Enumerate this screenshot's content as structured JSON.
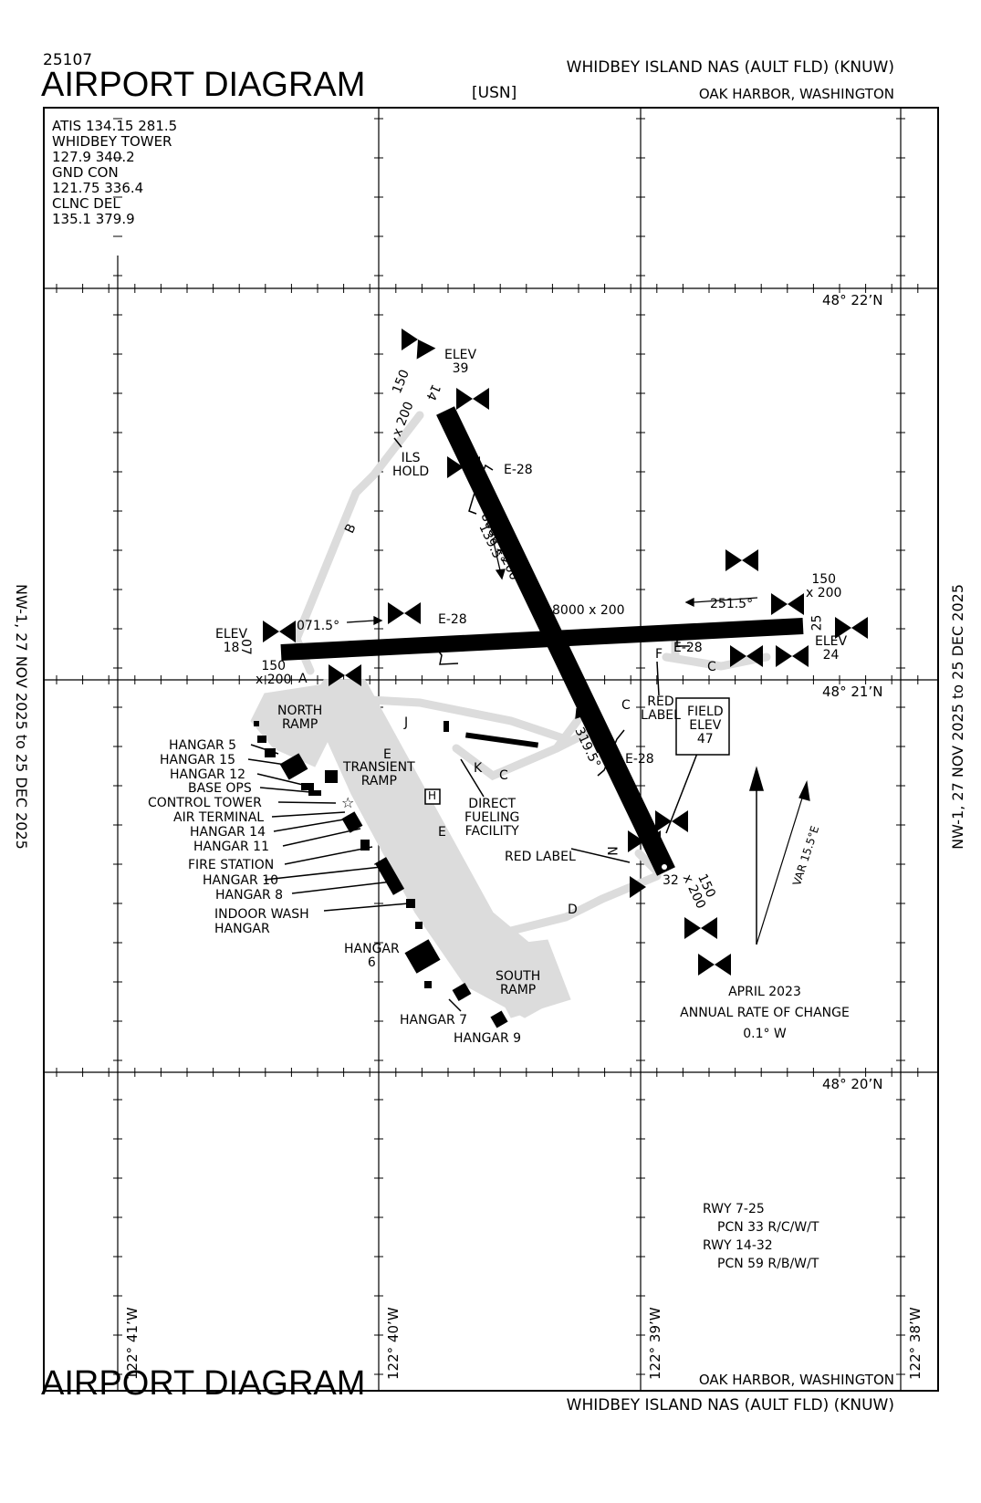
{
  "header": {
    "chart_number": "25107",
    "title": "AIRPORT DIAGRAM",
    "operator": "[USN]",
    "airport_name": "WHIDBEY ISLAND NAS (AULT FLD) (KNUW)",
    "city": "OAK HARBOR, WASHINGTON"
  },
  "footer": {
    "title": "AIRPORT DIAGRAM",
    "city": "OAK HARBOR, WASHINGTON",
    "airport_name": "WHIDBEY ISLAND NAS (AULT FLD) (KNUW)"
  },
  "effective": {
    "left": "NW-1,  27 NOV 2025  to  25 DEC 2025",
    "right": "NW-1,  27 NOV 2025  to  25 DEC 2025"
  },
  "frequencies": [
    "ATIS  134.15  281.5",
    "WHIDBEY TOWER",
    "127.9  340.2",
    "GND CON",
    "121.75  336.4",
    "CLNC DEL",
    "135.1  379.9"
  ],
  "latitudes": [
    "48° 22’N",
    "48° 21’N",
    "48° 20’N"
  ],
  "longitudes": [
    "122° 41’W",
    "122° 40’W",
    "122° 39’W",
    "122° 38’W"
  ],
  "runways": {
    "r7_25": {
      "dimensions": "8000 x 200",
      "end_07": "07",
      "end_25": "25",
      "heading_071": "071.5°",
      "heading_251": "251.5°",
      "elev_18": "ELEV\n18",
      "elev_24": "ELEV\n24",
      "width_07_a": "150",
      "width_07_b": "x 200",
      "width_25_a": "150",
      "width_25_b": "x 200"
    },
    "r14_32": {
      "dimensions": "8000 x 200",
      "end_14": "14",
      "end_32": "32",
      "heading_139": "139.5°",
      "heading_319": "319.5°",
      "elev_39_a": "ELEV",
      "elev_39_b": "39",
      "width_14_a": "150",
      "width_14_b": "x 200",
      "width_32_a": "150",
      "width_32_b": "x 200"
    },
    "arresting_gear": "E-28"
  },
  "taxiways": [
    "A",
    "B",
    "C",
    "D",
    "E",
    "F",
    "J",
    "K",
    "N"
  ],
  "labels": {
    "ils_hold_a": "ILS",
    "ils_hold_b": "HOLD",
    "red_label_a": "RED",
    "red_label_b": "LABEL",
    "red_label_2": "RED LABEL",
    "field_elev_a": "FIELD",
    "field_elev_b": "ELEV",
    "field_elev_c": "47",
    "north_ramp_a": "NORTH",
    "north_ramp_b": "RAMP",
    "transient_ramp_a": "TRANSIENT",
    "transient_ramp_b": "RAMP",
    "south_ramp_a": "SOUTH",
    "south_ramp_b": "RAMP",
    "direct_fueling_a": "DIRECT",
    "direct_fueling_b": "FUELING",
    "direct_fueling_c": "FACILITY",
    "heliport": "H",
    "hangar_6_a": "HANGAR",
    "hangar_6_b": "6",
    "hangar_7": "HANGAR 7",
    "hangar_9": "HANGAR 9"
  },
  "building_labels": [
    "HANGAR 5",
    "HANGAR 15",
    "HANGAR 12",
    "BASE OPS",
    "CONTROL TOWER",
    "AIR TERMINAL",
    "HANGAR 14",
    "HANGAR 11",
    "FIRE STATION",
    "HANGAR 10",
    "HANGAR 8",
    "INDOOR WASH",
    "HANGAR"
  ],
  "variation": {
    "var": "VAR 15.5°E",
    "date": "APRIL 2023",
    "rate_label": "ANNUAL RATE OF CHANGE",
    "rate": "0.1° W"
  },
  "pcn": [
    "RWY 7-25",
    "PCN 33 R/C/W/T",
    "RWY 14-32",
    "PCN 59 R/B/W/T"
  ]
}
